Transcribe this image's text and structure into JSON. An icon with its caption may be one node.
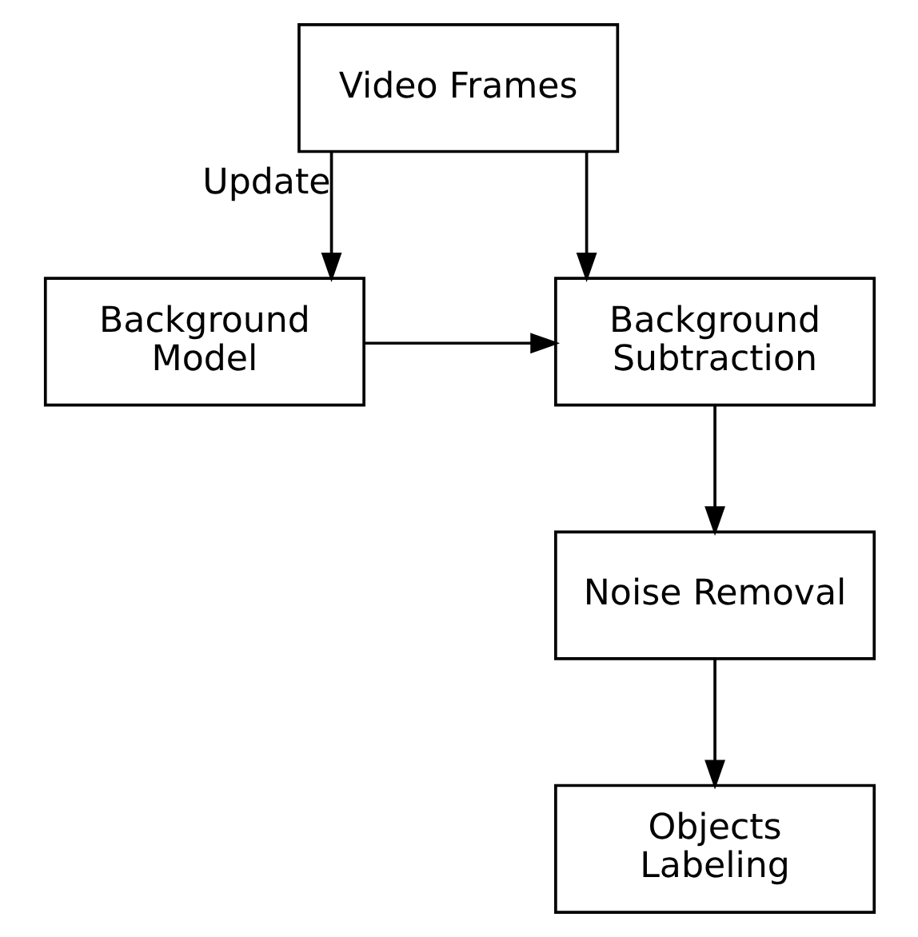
{
  "diagram": {
    "nodes": [
      {
        "text": [
          "Video Frames"
        ]
      },
      {
        "text": [
          "Background Model"
        ]
      },
      {
        "text": [
          "Background Subtraction"
        ]
      },
      {
        "text": [
          "Noise Removal"
        ]
      },
      {
        "text": [
          "Objects Labeling"
        ]
      }
    ],
    "edges": [
      {
        "from": 0,
        "to": 1,
        "arrow": "to",
        "label": "Update"
      },
      {
        "from": 0,
        "to": 2,
        "arrow": "to"
      },
      {
        "from": 1,
        "to": 2,
        "arrow": "to"
      },
      {
        "from": 2,
        "to": 3,
        "arrow": "to"
      },
      {
        "from": 3,
        "to": 4,
        "arrow": "to"
      }
    ]
  }
}
